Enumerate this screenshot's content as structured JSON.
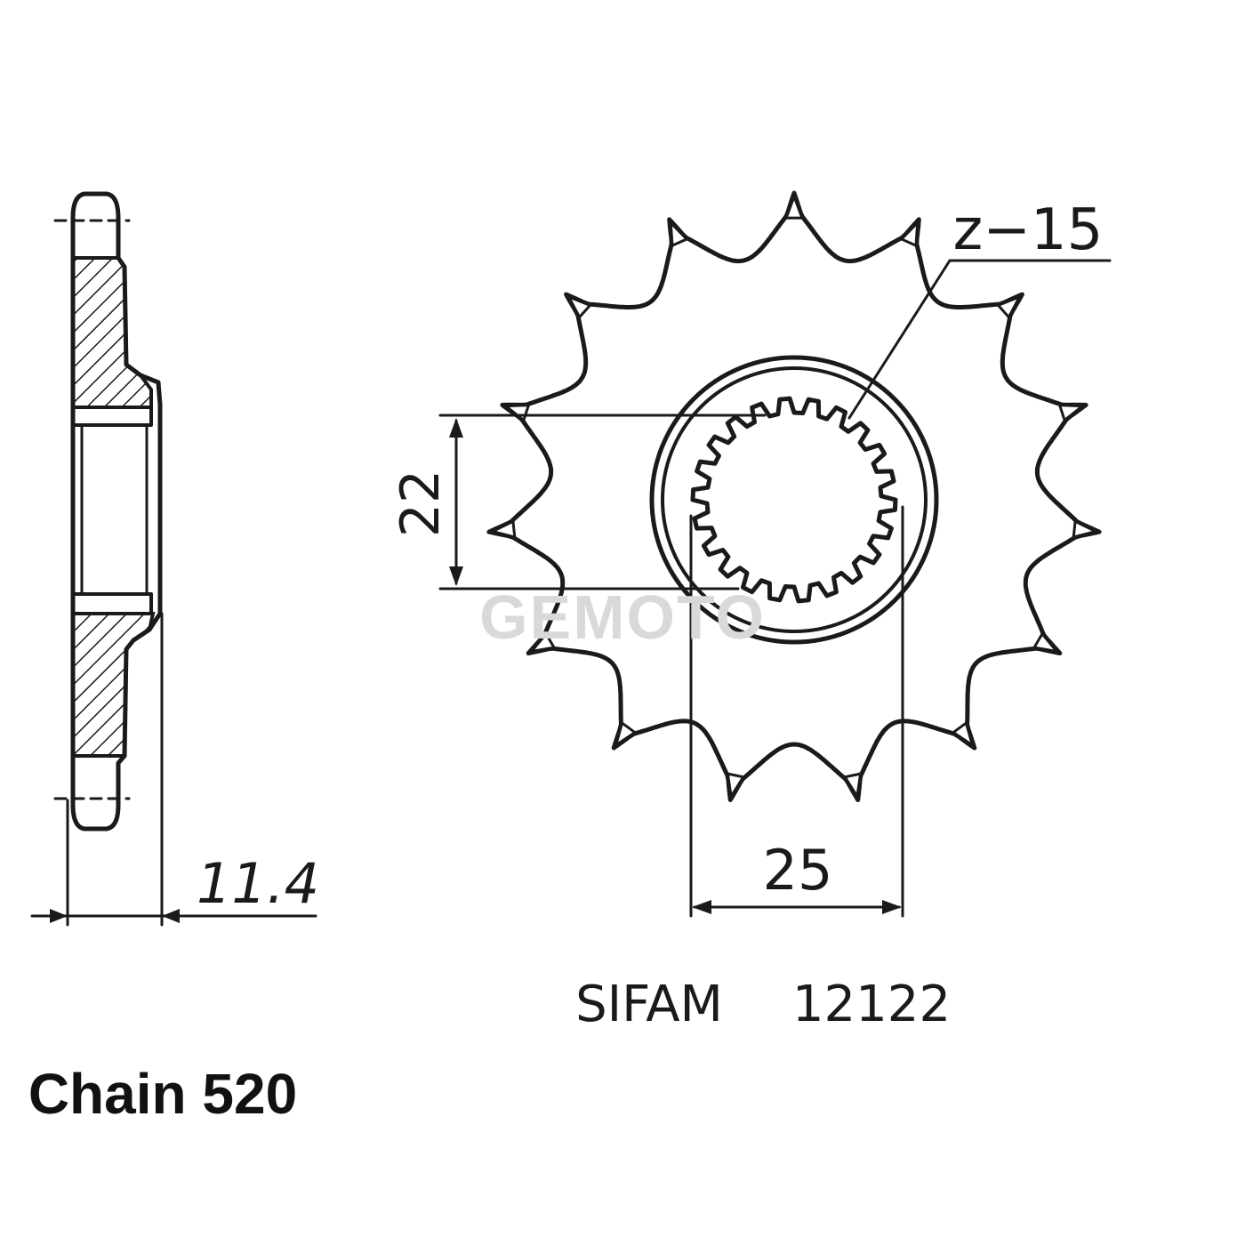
{
  "drawing": {
    "teeth_label": "z−15",
    "teeth_count": 15,
    "dim_inner": "22",
    "dim_outer": "25",
    "dim_thickness": "11.4",
    "brand": "SIFAM",
    "part_number": "12122",
    "chain_label": "Chain 520",
    "watermark": "GEMOTO"
  },
  "colors": {
    "ink": "#1a1a1a",
    "watermark": "#d9d9d9",
    "background": "#ffffff"
  }
}
